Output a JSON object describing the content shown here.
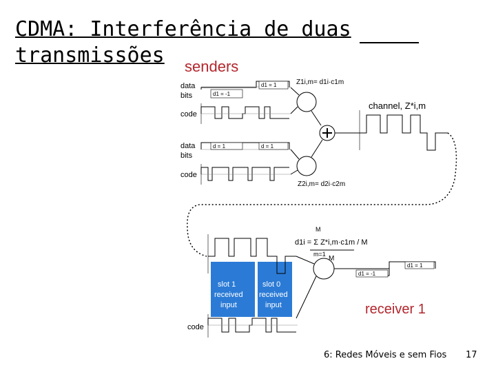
{
  "slide": {
    "title_line1": "CDMA: Interferência de duas",
    "title_line2": "transmissões",
    "footer": "6: Redes Móveis e sem Fios",
    "page_number": "17"
  },
  "diagram": {
    "senders_label": "senders",
    "receiver_label": "receiver 1",
    "data_label": "data",
    "bits_label": "bits",
    "code_label": "code",
    "channel_label": "channel, Z*i,m",
    "s1_eq": "Z1i,m= d1i·c1m",
    "s2_eq": "Z2i,m= d2i·c2m",
    "d1_0": "d1 = -1",
    "d1_1": "d1 = 1",
    "d2_0": "d = 1",
    "d2_1": "d = 1",
    "recv_d1": "d1 = -1",
    "recv_d0": "d1 = 1",
    "slot1_label": [
      "slot 1",
      "received",
      "input"
    ],
    "slot0_label": [
      "slot 0",
      "received",
      "input"
    ],
    "decoder_eq": "d1i = Σ Z*i,m·c1m / M",
    "decoder_lower": "m=1",
    "decoder_upper": "M",
    "decoder_den": "M",
    "colors": {
      "senders": "#b3262c",
      "receiver": "#b3262c",
      "slot_labels": "#ffffff",
      "slot_bg": "#2b7bd6"
    }
  }
}
